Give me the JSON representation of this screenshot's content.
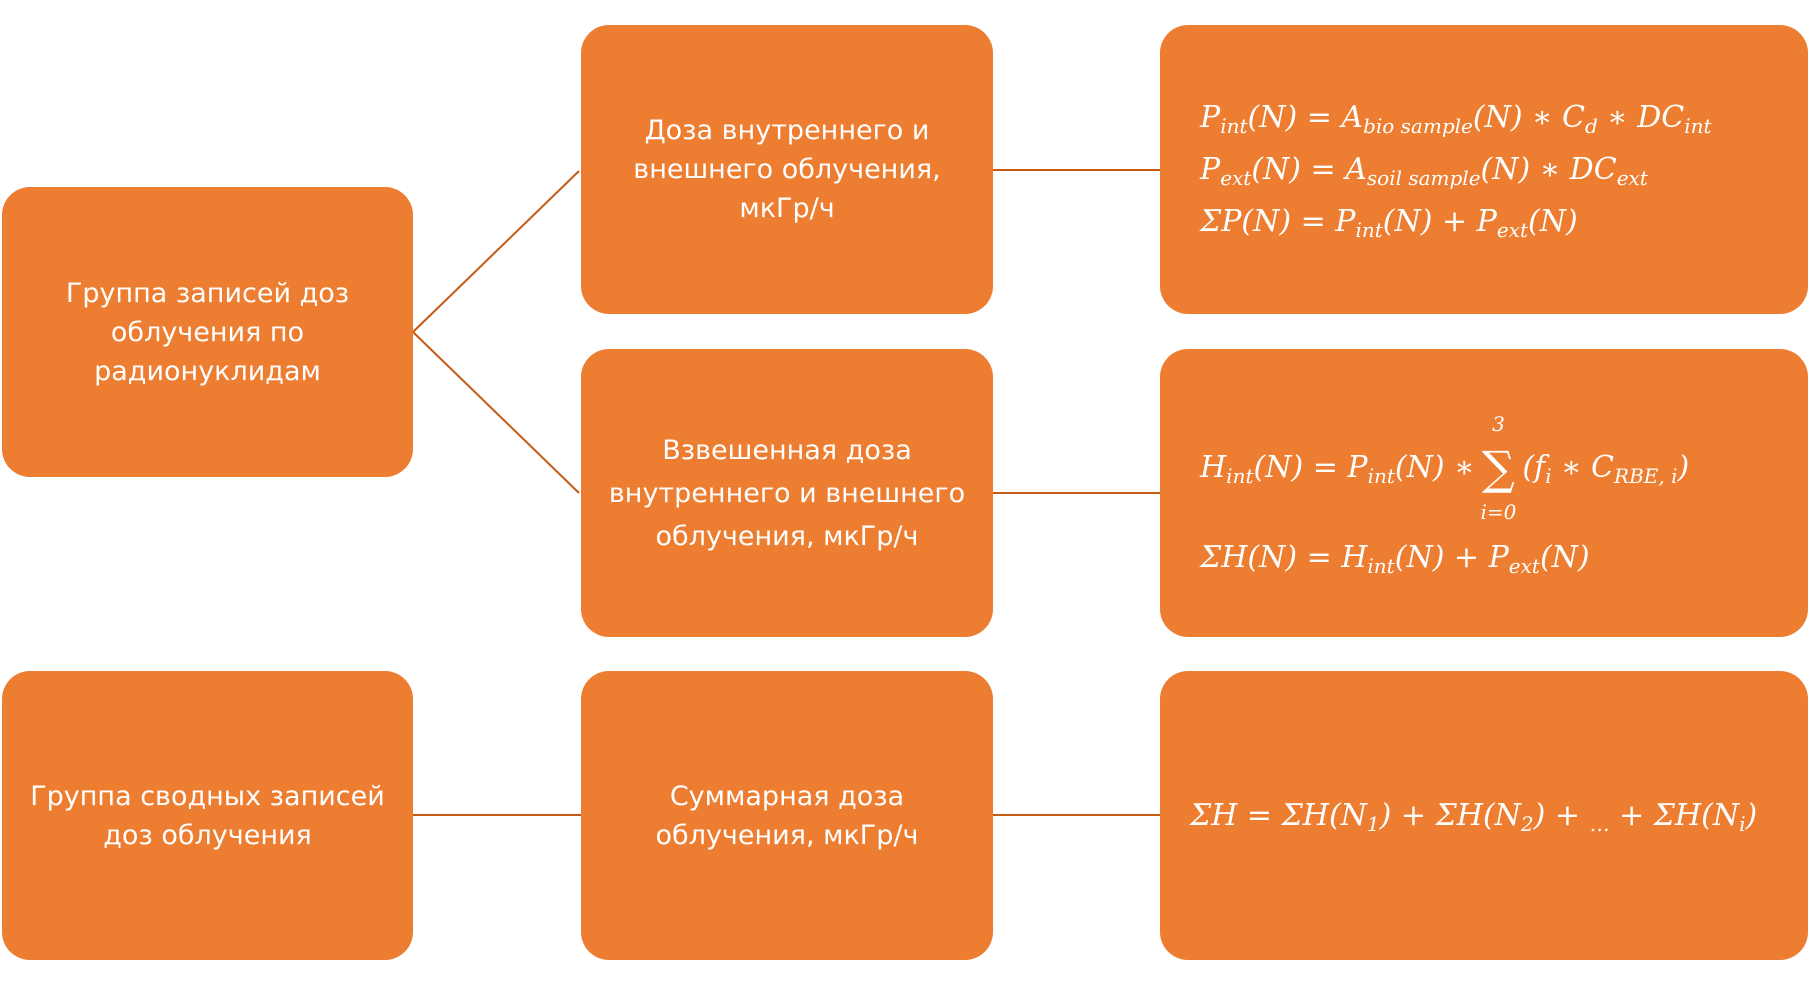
{
  "colors": {
    "box": "#ED7D31",
    "line": "#C55A11",
    "text": "#FFFFFF"
  },
  "groups": {
    "nuclide_group": "Группа записей доз облучения по радионуклидам",
    "summary_group": "Группа сводных записей доз облучения"
  },
  "doses": {
    "dose_int_ext": "Доза внутреннего и внешнего облучения, мкГр/ч",
    "weighted_dose": "Взвешенная доза внутреннего и внешнего облучения, мкГр/ч",
    "total_dose": "Суммарная доза облучения, мкГр/ч"
  },
  "formulas": {
    "dose": [
      "P_{int}(N) = A_{bio sample}(N) ∗ C_{d} ∗ DC_{int}",
      "P_{ext}(N) = A_{soil sample}(N) ∗ DC_{ext}",
      "ΣP(N) = P_{int}(N) + P_{ext}(N)"
    ],
    "weighted": {
      "line1_pre": "H_{int}(N) = P_{int}(N) ∗",
      "sum_upper": "3",
      "sum_lower": "i=0",
      "line1_post": "(f_{i} ∗ C_{RBE, i})",
      "line2": "ΣH(N) = H_{int}(N) + P_{ext}(N)"
    },
    "total": "ΣH = ΣH(N_{1}) + ΣH(N_{2}) + _{…} + ΣH(N_{i})"
  }
}
